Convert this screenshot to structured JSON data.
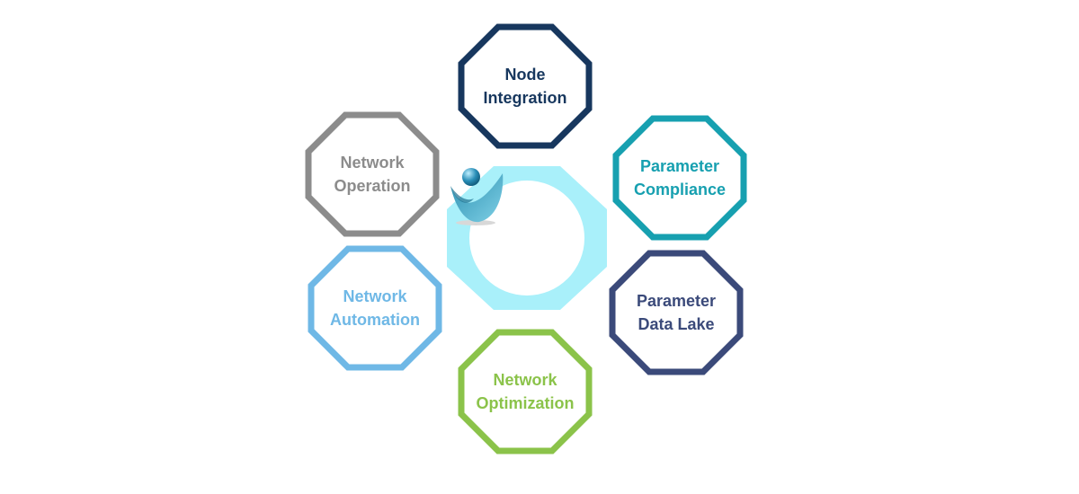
{
  "nodes": {
    "node_integration": {
      "line1": "Node",
      "line2": "Integration",
      "color": "#17375e"
    },
    "parameter_compliance": {
      "line1": "Parameter",
      "line2": "Compliance",
      "color": "#17a0b0"
    },
    "parameter_data_lake": {
      "line1": "Parameter",
      "line2": "Data Lake",
      "color": "#3b4a7a"
    },
    "network_optimization": {
      "line1": "Network",
      "line2": "Optimization",
      "color": "#8bc34a"
    },
    "network_automation": {
      "line1": "Network",
      "line2": "Automation",
      "color": "#6fb8e6"
    },
    "network_operation": {
      "line1": "Network",
      "line2": "Operation",
      "color": "#8c8c8c"
    }
  },
  "center": {
    "fill": "#a9f0fa",
    "logo_icon": "logo-icon"
  }
}
